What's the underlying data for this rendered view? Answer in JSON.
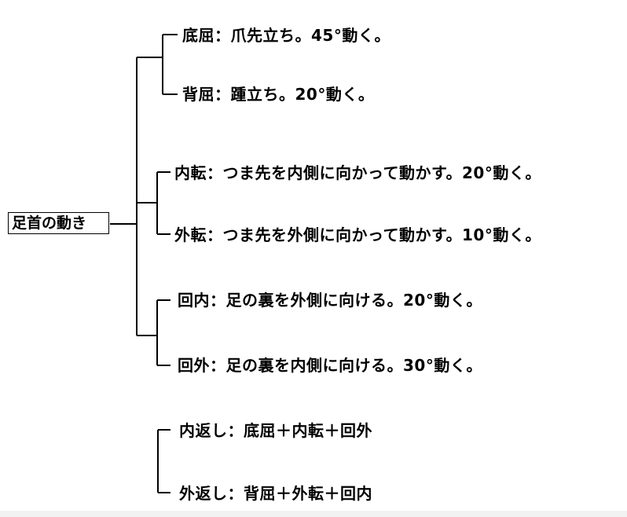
{
  "root": {
    "label": "足首の動き"
  },
  "pairs": [
    {
      "top": "底屈：爪先立ち。45°動く。",
      "bottom": "背屈：踵立ち。20°動く。"
    },
    {
      "top": "内転：つま先を内側に向かって動かす。20°動く。",
      "bottom": "外転：つま先を外側に向かって動かす。10°動く。"
    },
    {
      "top": "回内：足の裏を外側に向ける。20°動く。",
      "bottom": "回外：足の裏を内側に向ける。30°動く。"
    }
  ],
  "combo": {
    "top": "内返し：底屈＋内転＋回外",
    "bottom": "外返し：背屈＋外転＋回内"
  },
  "colors": {
    "line": "#000000",
    "text": "#000000",
    "background": "#ffffff"
  }
}
